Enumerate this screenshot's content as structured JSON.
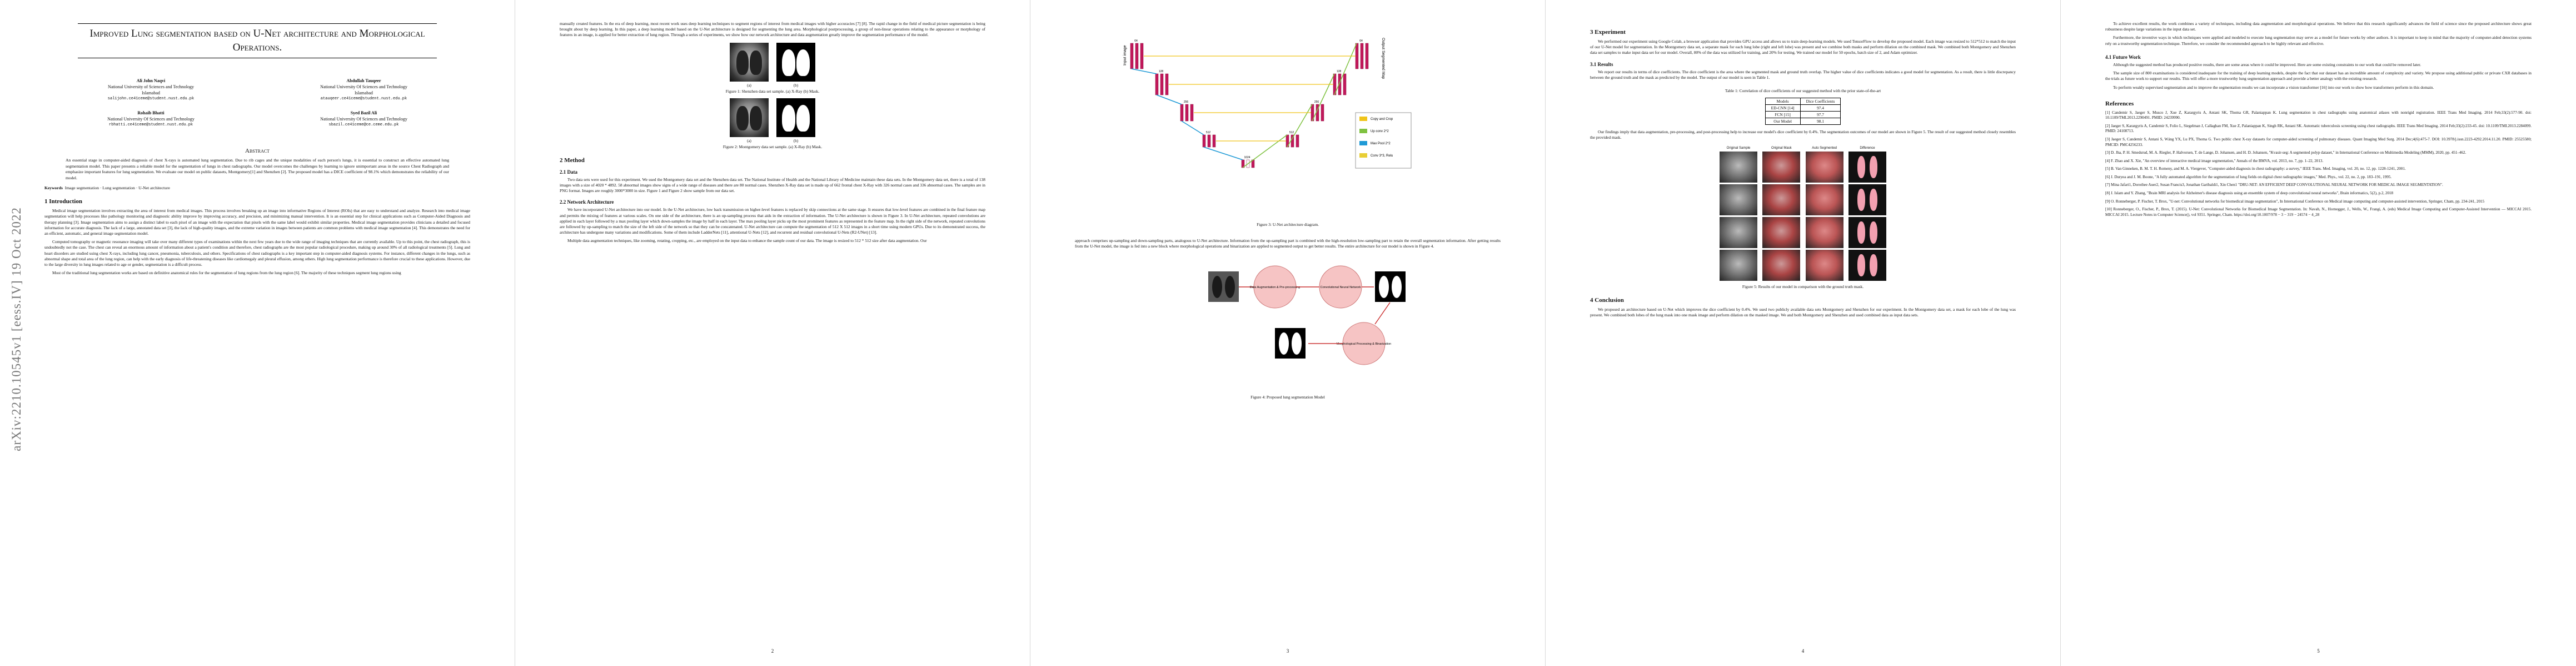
{
  "arxiv_stamp": "arXiv:2210.10545v1  [eess.IV]  19 Oct 2022",
  "title": "Improved Lung segmentation based on U-Net architecture and Morphological Operations.",
  "authors": [
    {
      "name": "Ali John Naqvi",
      "affil": "National University of Sciences and Technology",
      "city": "Islamabad",
      "email": "salijohn.ce41ceme@student.nust.edu.pk"
    },
    {
      "name": "Abdullah Tauqeer",
      "affil": "National University Of Sciences and Technology",
      "city": "Islamabad",
      "email": "atauqeer.ce41ceme@student.nust.edu.pk"
    },
    {
      "name": "Rohaib Bhatti",
      "affil": "National University Of Sciences and Technology",
      "city": "",
      "email": "rbhatti.ce41ceme@student.nust.edu.pk"
    },
    {
      "name": "Syed Bazil Ali",
      "affil": "National University Of Sciences and Technology",
      "city": "",
      "email": "sbazil.ce41ceme@ce.ceme.edu.pk"
    }
  ],
  "abstract_heading": "Abstract",
  "abstract": "An essential stage in computer-aided diagnosis of chest X-rays is automated lung segmentation. Due to rib cages and the unique modalities of each person's lungs, it is essential to construct an effective automated lung segmentation model. This paper presents a reliable model for the segmentation of lungs in chest radiographs. Our model overcomes the challenges by learning to ignore unimportant areas in the source Chest Radiograph and emphasize important features for lung segmentation. We evaluate our model on public datasets, Montgomery[1] and Shenzhen [2]. The proposed model has a DICE coefficient of 98.1% which demonstrates the reliability of our model.",
  "keywords_label": "Keywords",
  "keywords": "Image segmentation · Lung segmentation · U-Net architecture",
  "page1": {
    "h_intro": "1   Introduction",
    "intro1": "Medical image segmentation involves extracting the area of interest from medical images. This process involves breaking up an image into informative Regions of Interest (ROIs) that are easy to understand and analyze. Research into medical image segmentation will help processes like pathology monitoring and diagnostic ability improve by improving accuracy, and precision, and minimizing manual intervention. It is an essential step for clinical applications such as Computer-Aided Diagnosis and therapy planning [3]. Image segmentation aims to assign a distinct label to each pixel of an image with the expectation that pixels with the same label would exhibit similar properties. Medical image segmentation provides clinicians a detailed and focused information for accurate diagnosis. The lack of a large, annotated data set [3], the lack of high-quality images, and the extreme variation in images between patients are common problems with medical image segmentation [4]. This demonstrates the need for an efficient, automatic, and general image segmentation model.",
    "intro2": "Computed tomography or magnetic resonance imaging will take over many different types of examinations within the next few years due to the wide range of imaging techniques that are currently available. Up to this point, the chest radiograph, this is undoubtedly not the case. The chest can reveal an enormous amount of information about a patient's condition and therefore, chest radiographs are the most popular radiological procedure, making up around 30% of all radiological treatments [5]. Lung and heart disorders are studied using chest X-rays, including lung cancer, pneumonia, tuberculosis, and others. Specifications of chest radiographs is a key important step in computer-aided diagnosis systems. For instance, different changes in the lungs, such as abnormal shape and total area of the lung region, can help with the early diagnosis of life-threatening diseases like cardiomegaly and pleural effusion, among others. High lung segmentation performance is therefore crucial to these applications. However, due to the large diversity in lung images related to age or gender, segmentation is a difficult process.",
    "intro3": "Most of the traditional lung segmentation works are based on definitive anatomical rules for the segmentation of lung regions from the lung region [6]. The majority of these techniques segment lung regions using"
  },
  "page2": {
    "p_top": "manually created features. In the era of deep learning, most recent work uses deep learning techniques to segment regions of interest from medical images with higher accuracies [7] [8]. The rapid change in the field of medical picture segmentation is being brought about by deep learning. In this paper, a deep learning model based on the U-Net architecture is designed for segmenting the lung area. Morphological postprocessing, a group of non-linear operations relating to the appearance or morphology of features in an image, is applied for better extraction of lung region. Through a series of experiments, we show how our network architecture and data augmentation greatly improve the segmentation performance of the model.",
    "fig1_cap": "Figure 1: Shenzhen data set sample. (a) X-Ray (b) Mask.",
    "fig2_cap": "Figure 2: Montgomery data set sample. (a) X-Ray (b) Mask.",
    "sub_a": "(a)",
    "sub_b": "(b)",
    "h_method": "2   Method",
    "h_data": "2.1   Data",
    "data": "Two data sets were used for this experiment. We used the Montgomery data set and the Shenzhen data set. The National Institute of Health and the National Library of Medicine maintain these data sets. In the Montgomery data set, there is a total of 138 images with a size of 4020 * 4892. 58 abnormal images show signs of a wide range of diseases and there are 80 normal cases. Shenzhen X-Ray data set is made up of 662 frontal chest X-Ray with 326 normal cases and 336 abnormal cases. The samples are in PNG format. Images are roughly 3000*3000 in size. Figure 1 and Figure 2 show sample from our data set.",
    "h_net": "2.2   Network Architecture",
    "net1": "We have incorporated U-Net architecture into our model. In the U-Net architecture, low back transmission on higher-level features is replaced by skip connections at the same stage. It ensures that low-level features are combined in the final feature map and permits the mixing of features at various scales. On one side of the architecture, there is an up-sampling process that aids in the extraction of information. The U-Net architecture is shown in Figure 3. In U-Net architecture, repeated convolutions are applied in each layer followed by a max pooling layer which down-samples the image by half in each layer. The max pooling layer picks up the most prominent features as represented in the feature map. In the right side of the network, repeated convolutions are followed by up-sampling to match the size of the left side of the network so that they can be concatenated. U-Net architecture can compute the segmentation of 512 X 512 images in a short time using modern GPUs. Due to its demonstrated success, the architecture has undergone many variations and modifications. Some of them include LadderNets [11], attentional U-Nets [12], and recurrent and residual convolutional U-Nets (R2-UNet) [13].",
    "net2": "Multiple data augmentation techniques, like zooming, rotating, cropping, etc., are employed on the input data to enhance the sample count of our data. The image is resized to 512 * 512 size after data augmentation. Our"
  },
  "page3": {
    "label_input": "Input image",
    "label_output": "Output Segmented Map",
    "legend": [
      {
        "label": "Copy and Crop",
        "color": "#f0c419"
      },
      {
        "label": "Up conv 2*2",
        "color": "#7fc241"
      },
      {
        "label": "Max Pool 2*2",
        "color": "#1f9ad6"
      },
      {
        "label": "Conv 3*3, Relu",
        "color": "#e8ce36"
      }
    ],
    "unet_nums": [
      "64",
      "128",
      "256",
      "512",
      "1024",
      "512",
      "256",
      "128",
      "64"
    ],
    "fig3_cap": "Figure 3: U-Net architecture diagram.",
    "p_bottom": "approach comprises up-sampling and down-sampling parts, analogous to U-Net architecture. Information from the up-sampling part is combined with the high-resolution low-sampling part to retain the overall segmentation information. After getting results from the U-Net model, the image is fed into a new block where morphological operations and binarization are applied to segmented output to get better results. The entire architecture for our model is shown in Figure 4.",
    "flow": [
      "Data Augmentation & Pre-processing",
      "Convolutional Neural Network",
      "Morphological Processing & Binarization"
    ],
    "fig4_cap": "Figure 4: Proposed lung segmentation Model"
  },
  "page4": {
    "h_exp": "3   Experiment",
    "exp": "We performed our experiment using Google Colab, a browser application that provides GPU access and allows us to train deep-learning models. We used TensorFlow to develop the proposed model. Each image was resized to 512*512 to match the input of our U-Net model for segmentation. In the Montgomery data set, a separate mask for each lung lobe (right and left lobe) was present and we combine both masks and perform dilation on the combined mask. We combined both Montgomery and Shenzhen data set samples to make input data set for our model. Overall, 80% of the data was utilized for training, and 20% for testing. We trained our model for 50 epochs, batch size of 2, and Adam optimizer.",
    "h_res": "3.1   Results",
    "res": "We report our results in terms of dice coefficients. The dice coefficient is the area where the segmented mask and ground truth overlap. The higher value of dice coefficients indicates a good model for segmentation. As a result, there is little discrepancy between the ground truth and the mask as predicted by the model. The output of our model is seen in Table 1.",
    "table_cap": "Table 1: Correlation of dice coefficients of our suggested method with the prior state-of-the-art",
    "table": {
      "headers": [
        "Models",
        "Dice Coefficients"
      ],
      "rows": [
        [
          "ED-CNN [14]",
          "97.4"
        ],
        [
          "FCN [15]",
          "97.7"
        ],
        [
          "Our Model",
          "98.1"
        ]
      ]
    },
    "res2": "Our findings imply that data augmentation, pre-processing, and post-processing help to increase our model's dice coefficient by 0.4%. The segmentation outcomes of our model are shown in Figure 5. The result of our suggested method closely resembles the provided mask.",
    "fig5_cols": [
      "Original Sample",
      "Original Mask",
      "Auto Segmented",
      "Difference"
    ],
    "fig5_cap": "Figure 5: Results of our model in comparison with the ground truth mask.",
    "h_conc": "4   Conclusion",
    "conc": "We proposed an architecture based on U-Net which improves the dice coefficient by 0.4%. We used two publicly available data sets Montgomery and Shenzhen for our experiment. In the Montgomery data set, a mask for each lobe of the lung was present. We combined both lobes of the lung mask into one mask image and perform dilation on the masked image. We and both Montgomery and Shenzhen and used combined data as input data sets."
  },
  "page5": {
    "p1": "To achieve excellent results, the work combines a variety of techniques, including data augmentation and morphological operations. We believe that this research significantly advances the field of science since the proposed architecture shows great robustness despite large variations in the input data set.",
    "p2": "Furthermore, the inventive ways in which techniques were applied and modeled to execute lung segmentation may serve as a model for future works by other authors. It is important to keep in mind that the majority of computer-aided detection systems rely on a trustworthy segmentation technique. Therefore, we consider the recommended approach to be highly relevant and effective.",
    "h_future": "4.1   Future Work",
    "f1": "Although the suggested method has produced positive results, there are some areas where it could be improved. Here are some existing constraints to our work that could be removed later.",
    "f2": "The sample size of 800 examinations is considered inadequate for the training of deep learning models, despite the fact that our dataset has an incredible amount of complexity and variety. We propose using additional public or private CXR databases in the trials as future work to support our results. This will offer a more trustworthy lung segmentation approach and provide a better analogy with the existing research.",
    "f3": "To perform weakly supervised segmentation and to improve the segmentation results we can incorporate a vision transformer [16] into our work to show how transformers perform in this domain.",
    "h_refs": "References",
    "refs": [
      "[1] Candemir S, Jaeger S, Musco J, Xue Z, Karargyris A, Antani SK, Thoma GR, Palaniappan K. Lung segmentation in chest radiographs using anatomical atlases with nonrigid registration. IEEE Trans Med Imaging. 2014 Feb;33(2):577-90. doi: 10.1109/TMI.2013.2290491. PMID: 24239990.",
      "[2] Jaeger S, Karargyris A, Candemir S, Folio L, Siegelman J, Callaghan FM, Xue Z, Palaniappan K, Singh RK, Antani SK. Automatic tuberculosis screening using chest radiographs. IEEE Trans Med Imaging. 2014 Feb;33(2):233-45. doi: 10.1109/TMI.2013.2284099. PMID: 24108713.",
      "[3] Jaeger S, Candemir S, Antani S, Wáng YX, Lu PX, Thoma G. Two public chest X-ray datasets for computer-aided screening of pulmonary diseases. Quant Imaging Med Surg. 2014 Dec;4(6):475-7. DOI: 10.3978/j.issn.2223-4292.2014.11.20. PMID: 25525580; PMCID: PMC4256233.",
      "[3] D. Jha, P. H. Smedsrud, M. A. Riegler, P. Halvorsen, T. de Lange, D. Johansen, and H. D. Johansen, \"Kvasir-seg: A segmented polyp dataset,\" in International Conference on Multimedia Modeling (MMM), 2020, pp. 451–462.",
      "[4] F. Zhao and X. Xie, \"An overview of interactive medical image segmentation,\" Annals of the BMVA, vol. 2013, no. 7, pp. 1–22, 2013.",
      "[5] B. Van Ginneken, B. M. T. H. Romeny, and M. A. Viergever, \"Computer-aided diagnosis in chest radiography: a survey,\" IEEE Trans. Med. Imaging, vol. 20, no. 12, pp. 1228-1241, 2001.",
      "[6] J. Duryea and J. M. Boone, \"A fully automated algorithm for the segmentation of lung fields on digital chest radiographic images,\" Med. Phys., vol. 22, no. 2, pp. 183–191, 1995.",
      "[7] Mina Jafari1, Dorothee Auer2, Susan Francis3, Jonathan Garibaldi1, Xin Chen1 \"DRU-NET: AN EFFICIENT DEEP CONVOLUTIONAL NEURAL NETWORK FOR MEDICAL IMAGE SEGMENTATION\".",
      "[8] J. Islam and Y. Zhang, \"Brain MRI analysis for Alzheimer's disease diagnosis using an ensemble system of deep convolutional neural networks\", Brain informatics, 5(2), p.2, 2018",
      "[9] O. Ronneberger, P. Fischer, T. Brox, \"U-net: Convolutional networks for biomedical image segmentation\", In International Conference on Medical image computing and computer-assisted intervention, Springer, Cham, pp. 234-241, 2015",
      "[10] Ronneberger, O., Fischer, P., Brox, T. (2015). U-Net: Convolutional Networks for Biomedical Image Segmentation. In: Navab, N., Hornegger, J., Wells, W., Frangi, A. (eds) Medical Image Computing and Computer-Assisted Intervention — MICCAI 2015. MICCAI 2015. Lecture Notes in Computer Science(), vol 9351. Springer, Cham. https://doi.org/10.1007/978 − 3 − 319 − 24574 − 4_28"
    ]
  },
  "page_numbers": [
    "2",
    "3",
    "4",
    "5"
  ]
}
